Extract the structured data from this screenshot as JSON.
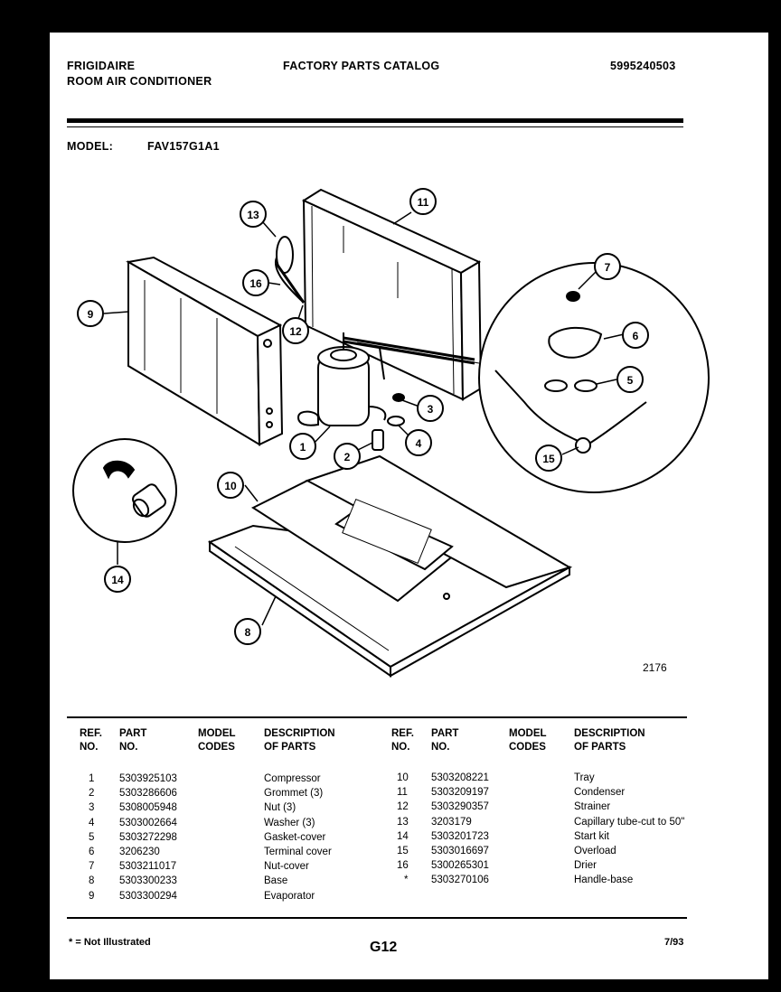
{
  "header": {
    "brand": "FRIGIDAIRE",
    "product": "ROOM AIR CONDITIONER",
    "catalog_title": "FACTORY PARTS CATALOG",
    "catalog_number": "5995240503",
    "model_label": "MODEL:",
    "model_value": "FAV157G1A1"
  },
  "diagram": {
    "drawing_code": "2176",
    "callouts": [
      "1",
      "2",
      "3",
      "4",
      "5",
      "6",
      "7",
      "8",
      "9",
      "10",
      "11",
      "12",
      "13",
      "14",
      "15",
      "16"
    ]
  },
  "table": {
    "headers": {
      "ref": [
        "REF.",
        "NO."
      ],
      "part": [
        "PART",
        "NO."
      ],
      "model": [
        "MODEL",
        "CODES"
      ],
      "desc": [
        "DESCRIPTION",
        "OF PARTS"
      ]
    },
    "left_rows": [
      {
        "ref": "1",
        "part": "5303925103",
        "desc": "Compressor"
      },
      {
        "ref": "2",
        "part": "5303286606",
        "desc": "Grommet (3)"
      },
      {
        "ref": "3",
        "part": "5308005948",
        "desc": "Nut (3)"
      },
      {
        "ref": "4",
        "part": "5303002664",
        "desc": "Washer (3)"
      },
      {
        "ref": "5",
        "part": "5303272298",
        "desc": "Gasket-cover"
      },
      {
        "ref": "6",
        "part": "3206230",
        "desc": "Terminal cover"
      },
      {
        "ref": "7",
        "part": "5303211017",
        "desc": "Nut-cover"
      },
      {
        "ref": "8",
        "part": "5303300233",
        "desc": "Base"
      },
      {
        "ref": "9",
        "part": "5303300294",
        "desc": "Evaporator"
      }
    ],
    "right_rows": [
      {
        "ref": "10",
        "part": "5303208221",
        "desc": "Tray"
      },
      {
        "ref": "11",
        "part": "5303209197",
        "desc": "Condenser"
      },
      {
        "ref": "12",
        "part": "5303290357",
        "desc": "Strainer"
      },
      {
        "ref": "13",
        "part": "3203179",
        "desc": "Capillary tube-cut to 50\""
      },
      {
        "ref": "14",
        "part": "5303201723",
        "desc": "Start kit"
      },
      {
        "ref": "15",
        "part": "5303016697",
        "desc": "Overload"
      },
      {
        "ref": "16",
        "part": "5300265301",
        "desc": "Drier"
      },
      {
        "ref": "",
        "part": "",
        "desc": ""
      },
      {
        "ref": "*",
        "part": "5303270106",
        "desc": "Handle-base"
      }
    ]
  },
  "footer": {
    "note": "* = Not Illustrated",
    "page": "G12",
    "date": "7/93"
  }
}
